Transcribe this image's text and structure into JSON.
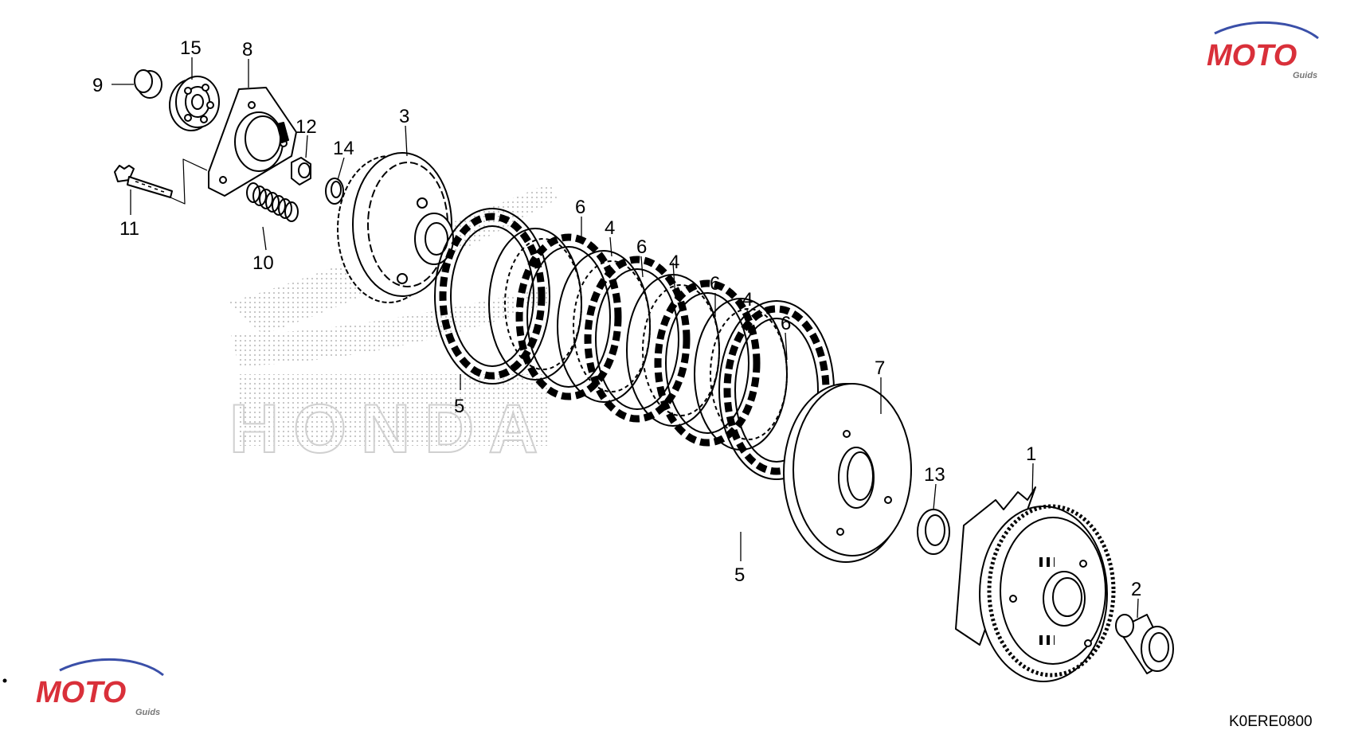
{
  "diagram": {
    "code": "K0ERE0800",
    "callouts": [
      "9",
      "15",
      "8",
      "12",
      "14",
      "3",
      "11",
      "10",
      "6",
      "4",
      "6",
      "4",
      "6",
      "4",
      "6",
      "5",
      "7",
      "13",
      "1",
      "5",
      "2"
    ]
  },
  "watermark": {
    "brand_letters": "MOTO",
    "sub": "Guids",
    "background_text": "HONDA"
  },
  "colors": {
    "ink": "#000000",
    "wm_red": "#d9303a",
    "wm_blue": "#3a4fa8",
    "dots": "#b8b8b8"
  }
}
